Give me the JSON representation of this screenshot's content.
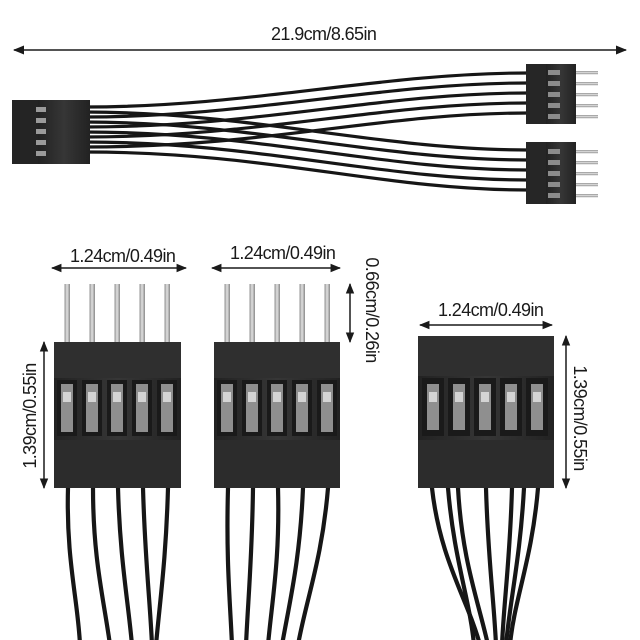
{
  "dimensions": {
    "total_length": "21.9cm/8.65in",
    "male_connector_1_width": "1.24cm/0.49in",
    "male_connector_2_width": "1.24cm/0.49in",
    "pin_length": "0.66cm/0.26in",
    "female_connector_width": "1.24cm/0.49in",
    "male_connector_height": "1.39cm/0.55in",
    "female_connector_height": "1.39cm/0.55in"
  },
  "colors": {
    "cable": "#161616",
    "housing": "#2b2b2b",
    "housing_dark": "#1c1c1c",
    "pin": "#b8b8b8",
    "pin_shade": "#7a7a7a",
    "dimension_line": "#1a1a1a"
  },
  "product": {
    "pin_count": 5,
    "split_outputs": 2
  }
}
